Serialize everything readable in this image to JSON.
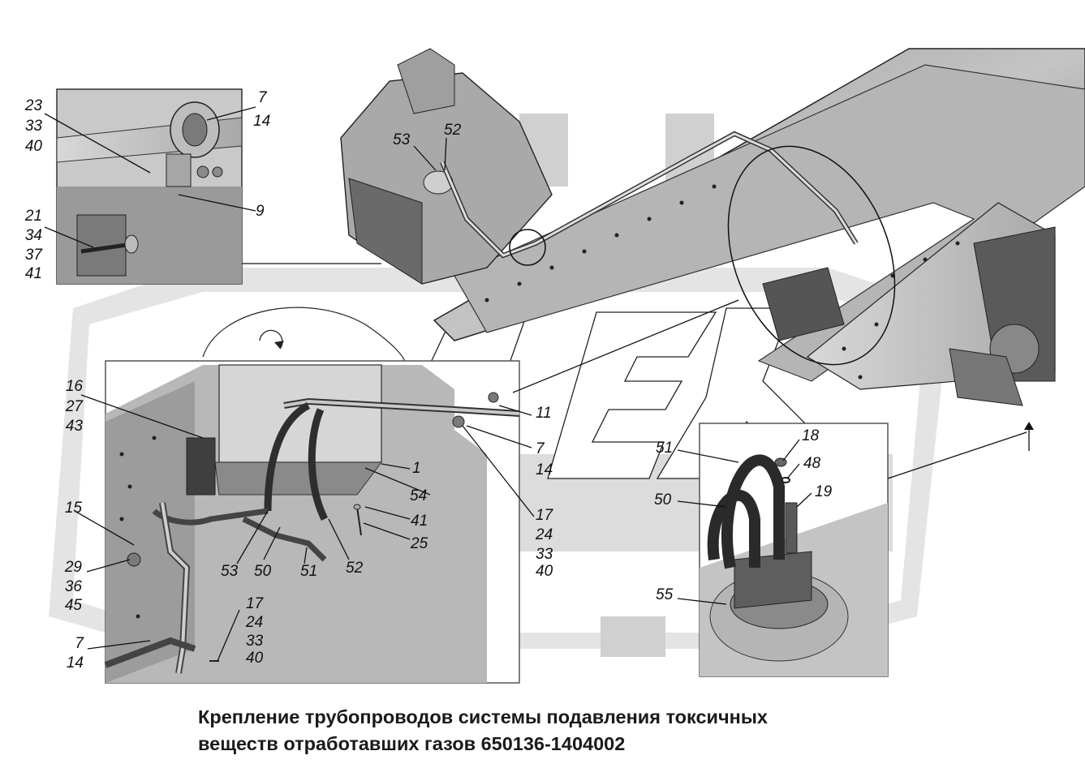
{
  "title": {
    "line1": "Крепление трубопроводов системы подавления токсичных",
    "line2": "веществ отработавших газов 650136-1404002"
  },
  "callouts": {
    "tl_23": "23",
    "tl_33": "33",
    "tl_40": "40",
    "tl_7": "7",
    "tl_14": "14",
    "tl_9": "9",
    "tl_21": "21",
    "tl_34": "34",
    "tl_37": "37",
    "tl_41": "41",
    "top_53": "53",
    "top_52": "52",
    "m_16": "16",
    "m_27": "27",
    "m_43": "43",
    "m_11": "11",
    "m_7": "7",
    "m_14": "14",
    "m_1": "1",
    "m_54": "54",
    "m_17": "17",
    "m_24": "24",
    "m_33": "33",
    "m_40": "40",
    "m_41": "41",
    "m_25": "25",
    "m_53": "53",
    "m_50": "50",
    "m_51": "51",
    "m_52": "52",
    "m_15": "15",
    "m_29": "29",
    "m_36": "36",
    "m_45": "45",
    "m_17b": "17",
    "m_24b": "24",
    "m_33b": "33",
    "m_40b": "40",
    "m_7b": "7",
    "m_14b": "14",
    "r_51": "51",
    "r_18": "18",
    "r_48": "48",
    "r_50": "50",
    "r_19": "19",
    "r_55": "55"
  },
  "colors": {
    "watermark": "#d9d9d9",
    "frame": "#8a8a8a",
    "line": "#111111"
  }
}
